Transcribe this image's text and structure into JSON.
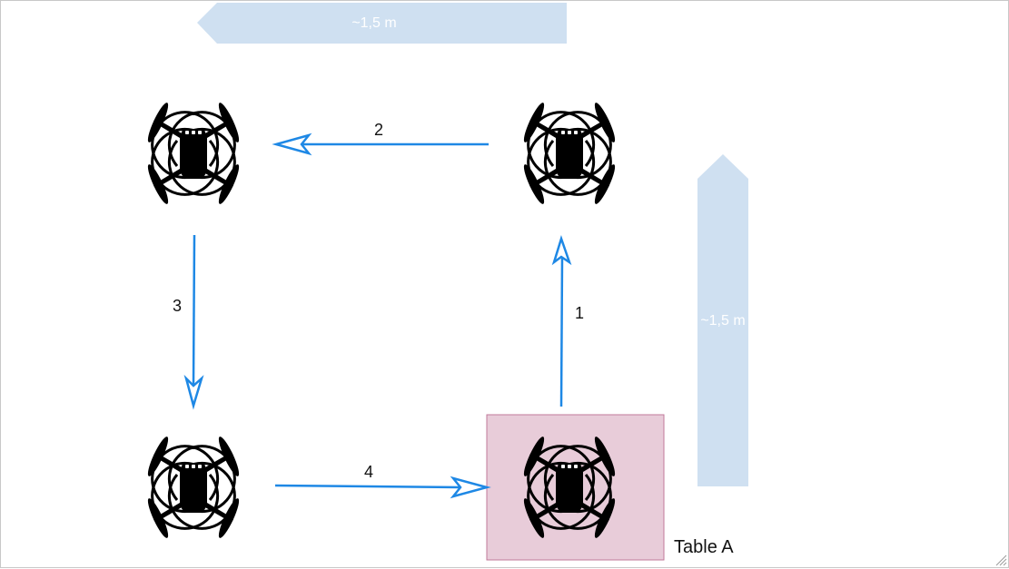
{
  "diagram": {
    "dimension_top": "~1,5 m",
    "dimension_right": "~1,5 m",
    "steps": [
      "1",
      "2",
      "3",
      "4"
    ],
    "table_label": "Table A"
  },
  "colors": {
    "arrow": "#1e88e5",
    "dimension_arrow": "#cfe0f1",
    "table_fill": "#e8ccd9",
    "table_stroke": "#c07a9a",
    "drone": "#000000"
  },
  "icons": {
    "drone": "quadcopter-drone-icon",
    "resize": "resize-grip-icon"
  }
}
